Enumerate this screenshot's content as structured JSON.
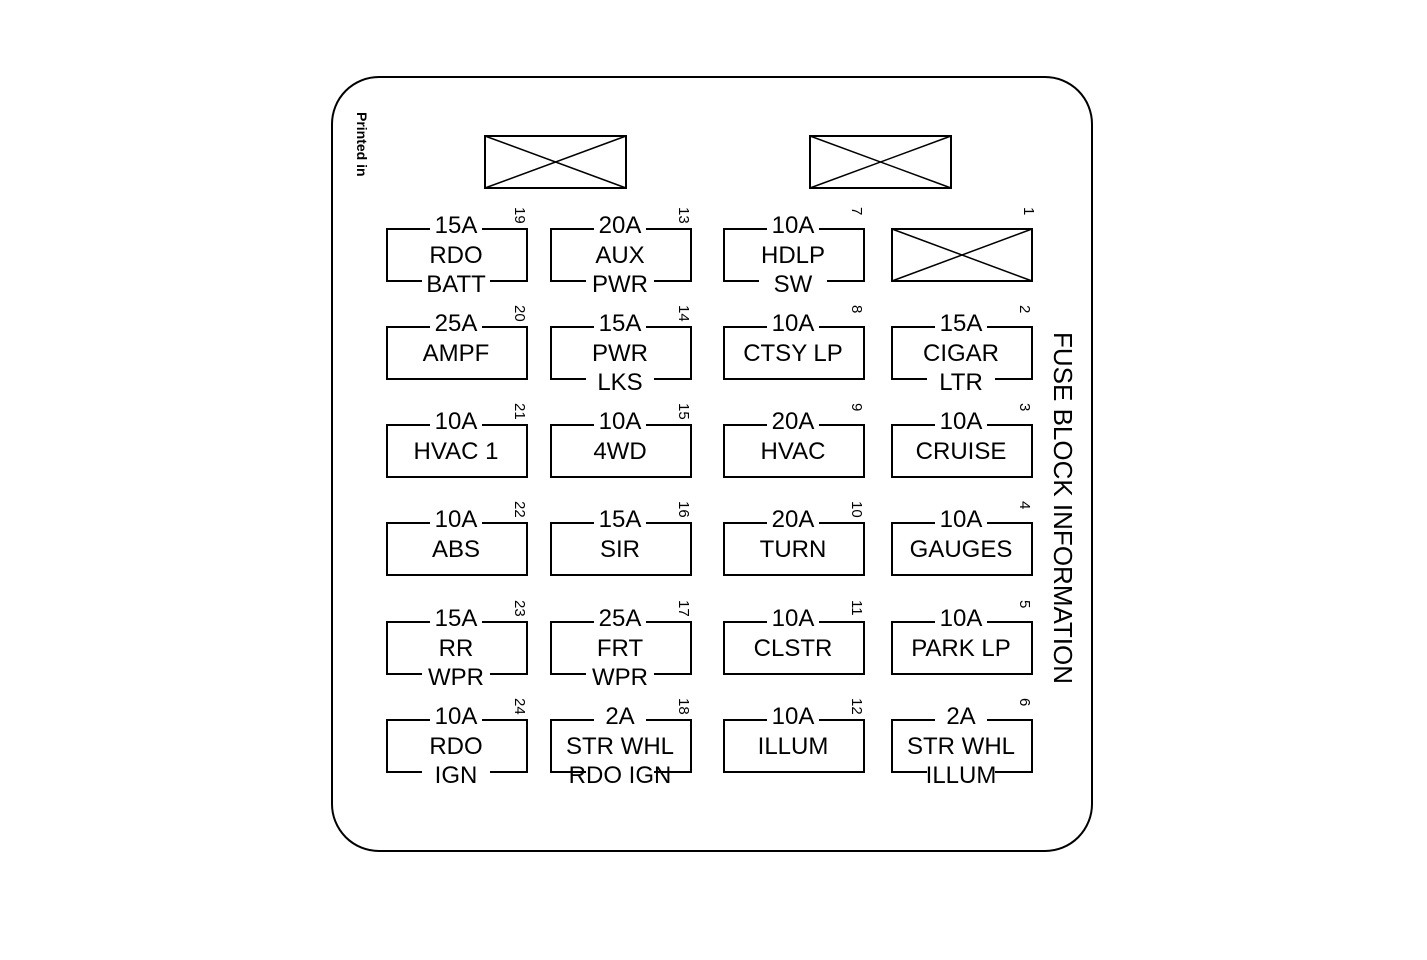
{
  "title": "FUSE BLOCK INFORMATION",
  "printed_text": "Printed in",
  "fuses": [
    {
      "num": "19",
      "amp": "15A",
      "line1": "RDO",
      "line2": "BATT"
    },
    {
      "num": "13",
      "amp": "20A",
      "line1": "AUX",
      "line2": "PWR"
    },
    {
      "num": "7",
      "amp": "10A",
      "line1": "HDLP",
      "line2": "SW"
    },
    {
      "num": "1",
      "amp": "",
      "line1": "",
      "line2": "",
      "empty": true
    },
    {
      "num": "20",
      "amp": "25A",
      "line1": "AMPF",
      "line2": ""
    },
    {
      "num": "14",
      "amp": "15A",
      "line1": "PWR",
      "line2": "LKS"
    },
    {
      "num": "8",
      "amp": "10A",
      "line1": "CTSY LP",
      "line2": ""
    },
    {
      "num": "2",
      "amp": "15A",
      "line1": "CIGAR",
      "line2": "LTR"
    },
    {
      "num": "21",
      "amp": "10A",
      "line1": "HVAC 1",
      "line2": ""
    },
    {
      "num": "15",
      "amp": "10A",
      "line1": "4WD",
      "line2": ""
    },
    {
      "num": "9",
      "amp": "20A",
      "line1": "HVAC",
      "line2": ""
    },
    {
      "num": "3",
      "amp": "10A",
      "line1": "CRUISE",
      "line2": ""
    },
    {
      "num": "22",
      "amp": "10A",
      "line1": "ABS",
      "line2": ""
    },
    {
      "num": "16",
      "amp": "15A",
      "line1": "SIR",
      "line2": ""
    },
    {
      "num": "10",
      "amp": "20A",
      "line1": "TURN",
      "line2": ""
    },
    {
      "num": "4",
      "amp": "10A",
      "line1": "GAUGES",
      "line2": ""
    },
    {
      "num": "23",
      "amp": "15A",
      "line1": "RR",
      "line2": "WPR"
    },
    {
      "num": "17",
      "amp": "25A",
      "line1": "FRT",
      "line2": "WPR"
    },
    {
      "num": "11",
      "amp": "10A",
      "line1": "CLSTR",
      "line2": ""
    },
    {
      "num": "5",
      "amp": "10A",
      "line1": "PARK LP",
      "line2": ""
    },
    {
      "num": "24",
      "amp": "10A",
      "line1": "RDO",
      "line2": "IGN"
    },
    {
      "num": "18",
      "amp": "2A",
      "line1": "STR WHL",
      "line2": "RDO IGN"
    },
    {
      "num": "12",
      "amp": "10A",
      "line1": "ILLUM",
      "line2": ""
    },
    {
      "num": "6",
      "amp": "2A",
      "line1": "STR WHL",
      "line2": "ILLUM"
    }
  ]
}
